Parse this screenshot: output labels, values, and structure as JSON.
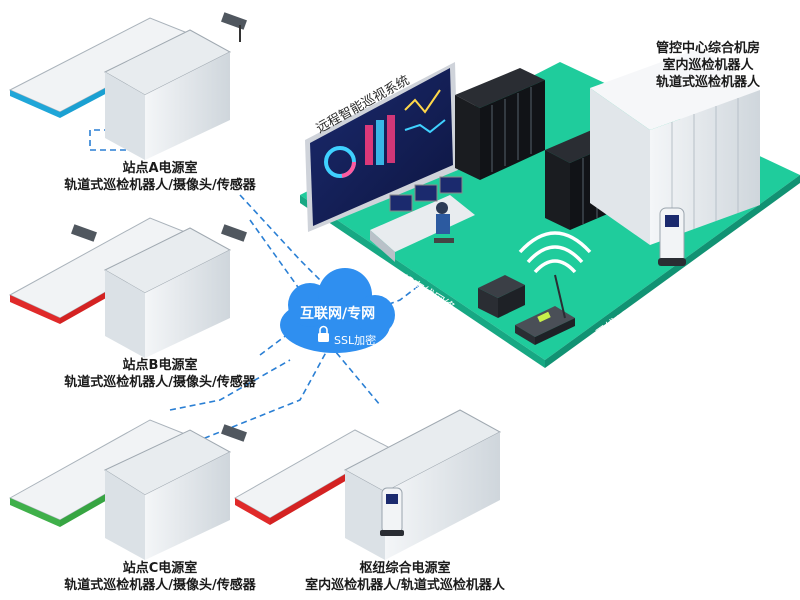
{
  "title_system": "远程智能巡视系统",
  "control_center": {
    "line1": "管控中心综合机房",
    "line2": "室内巡检机器人",
    "line3": "轨道式巡检机器人"
  },
  "station_a": {
    "line1": "站点A电源室",
    "line2": "轨道式巡检机器人/摄像头/传感器"
  },
  "station_b": {
    "line1": "站点B电源室",
    "line2": "轨道式巡检机器人/摄像头/传感器"
  },
  "station_c": {
    "line1": "站点C电源室",
    "line2": "轨道式巡检机器人/摄像头/传感器"
  },
  "hub": {
    "line1": "枢纽综合电源室",
    "line2": "室内巡检机器人/轨道式巡检机器人"
  },
  "cloud": {
    "label": "互联网/专网",
    "ssl": "SSL加密"
  },
  "ip_network": "IP有线网络",
  "wireless_ap": "无线AP",
  "colors": {
    "platform": "#1fcc9c",
    "cloud": "#2f8ff0",
    "dash": "#2a7fd4"
  }
}
